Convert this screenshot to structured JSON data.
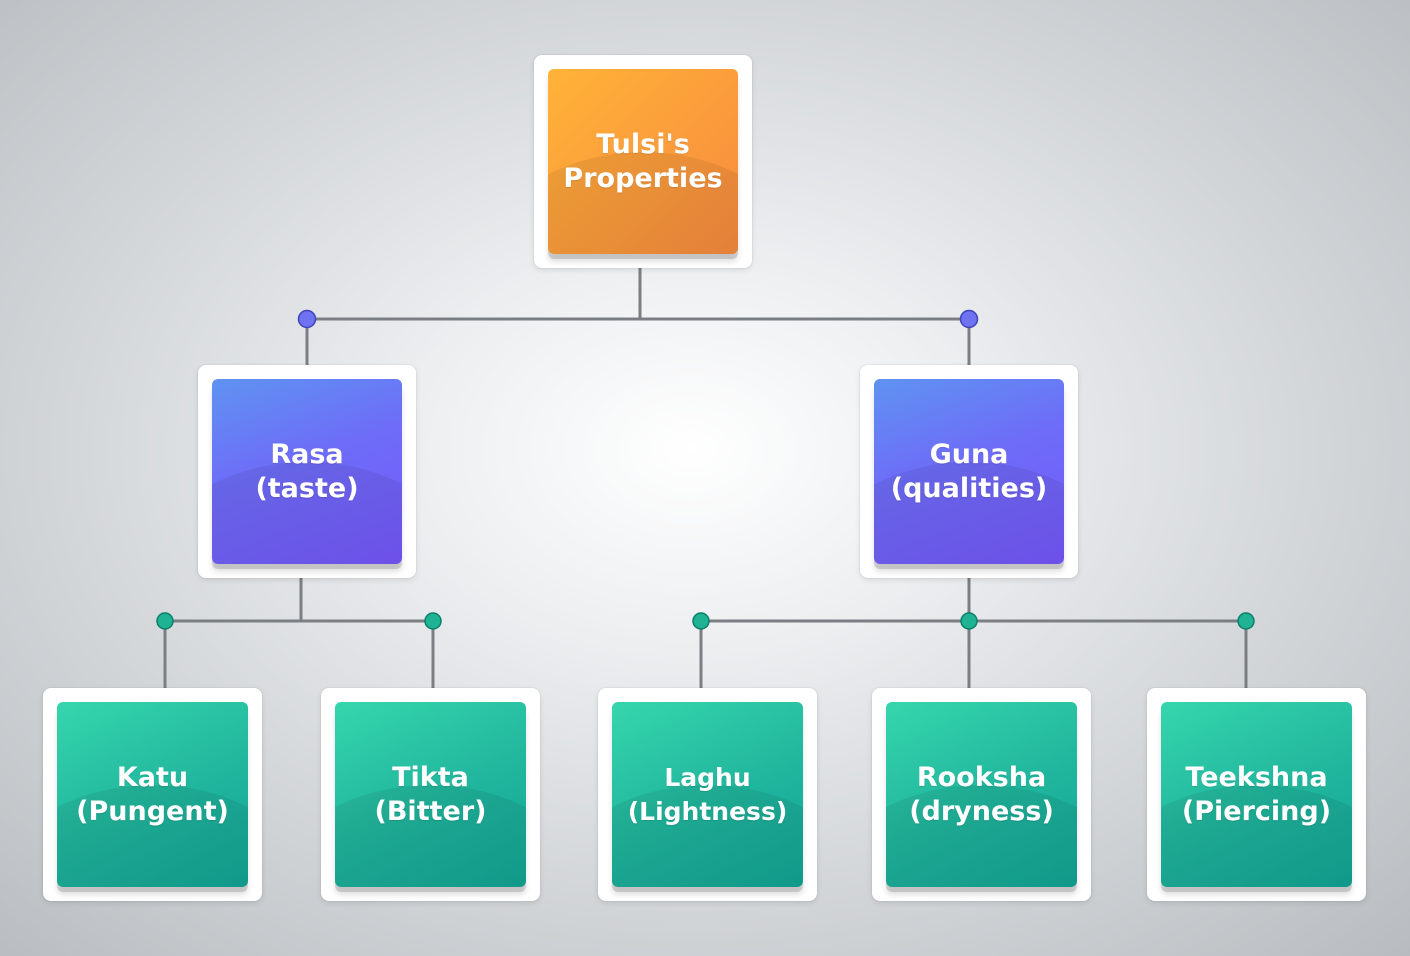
{
  "diagram": {
    "root": {
      "line1": "Tulsi's",
      "line2": "Properties",
      "color": "#fb9c3c"
    },
    "branches": [
      {
        "line1": "Rasa",
        "line2": "(taste)",
        "color": "#7063f8",
        "children": [
          {
            "line1": "Katu",
            "line2": "(Pungent)"
          },
          {
            "line1": "Tikta",
            "line2": "(Bitter)"
          }
        ]
      },
      {
        "line1": "Guna",
        "line2": "(qualities)",
        "color": "#7063f8",
        "children": [
          {
            "line1": "Laghu",
            "line2": "(Lightness)"
          },
          {
            "line1": "Rooksha",
            "line2": "(dryness)"
          },
          {
            "line1": "Teekshna",
            "line2": "(Piercing)"
          }
        ]
      }
    ],
    "leaf_color": "#20b59d",
    "connector_color": "#7b7f84",
    "mid_dot_color": "#6f73f2",
    "leaf_dot_color": "#1fb394"
  }
}
